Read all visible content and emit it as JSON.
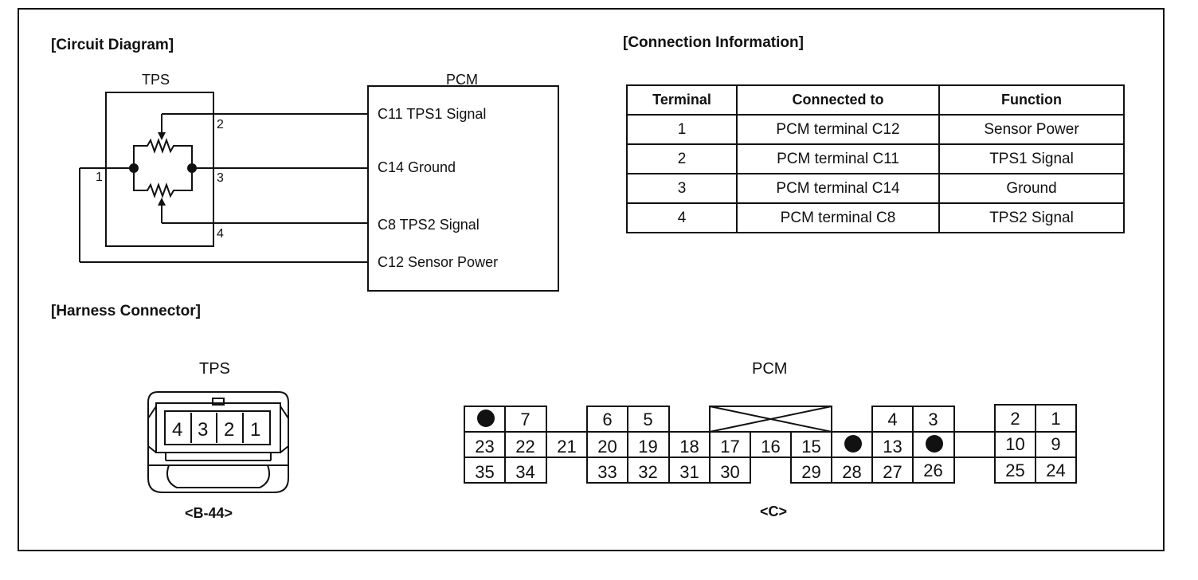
{
  "circuit": {
    "heading": "[Circuit Diagram]",
    "tps_label": "TPS",
    "pcm_label": "PCM",
    "tps_terminals": [
      "1",
      "2",
      "3",
      "4"
    ],
    "pcm_pins": [
      "C11 TPS1 Signal",
      "C14 Ground",
      "C8 TPS2 Signal",
      "C12 Sensor Power"
    ]
  },
  "connection": {
    "heading": "[Connection Information]",
    "columns": [
      "Terminal",
      "Connected to",
      "Function"
    ],
    "rows": [
      [
        "1",
        "PCM terminal C12",
        "Sensor Power"
      ],
      [
        "2",
        "PCM terminal C11",
        "TPS1 Signal"
      ],
      [
        "3",
        "PCM terminal C14",
        "Ground"
      ],
      [
        "4",
        "PCM terminal C8",
        "TPS2 Signal"
      ]
    ]
  },
  "harness": {
    "heading": "[Harness Connector]",
    "tps_title": "TPS",
    "tps_pins": [
      "4",
      "3",
      "2",
      "1"
    ],
    "tps_code": "<B-44>",
    "pcm_title": "PCM",
    "pcm_code": "<C>",
    "pcm_pins": [
      "7",
      "6",
      "5",
      "4",
      "3",
      "2",
      "1",
      "23",
      "22",
      "21",
      "20",
      "19",
      "18",
      "17",
      "16",
      "15",
      "13",
      "10",
      "9",
      "35",
      "34",
      "33",
      "32",
      "31",
      "30",
      "29",
      "28",
      "27",
      "26",
      "25",
      "24"
    ]
  }
}
